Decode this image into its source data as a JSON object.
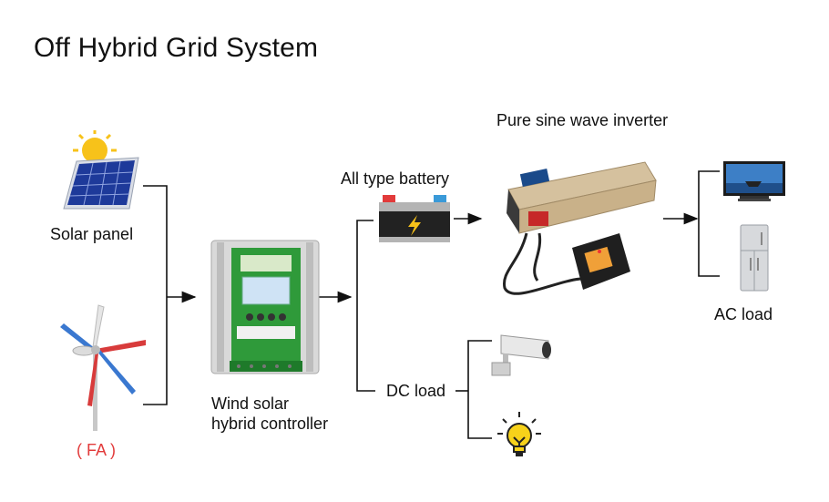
{
  "title": "Off Hybrid Grid System",
  "labels": {
    "solar_panel": "Solar panel",
    "wind_turbine_note": "( FA )",
    "controller_line1": "Wind solar",
    "controller_line2": "hybrid controller",
    "battery": "All type battery",
    "inverter": "Pure sine wave inverter",
    "dc_load": "DC load",
    "ac_load": "AC load"
  },
  "colors": {
    "line": "#111111",
    "controller_green": "#2f9a3a",
    "inverter_gold": "#c9b189",
    "fa_red": "#e23b3b"
  },
  "icons": [
    "solar-panel-icon",
    "wind-turbine-icon",
    "controller-icon",
    "battery-icon",
    "inverter-icon",
    "tv-icon",
    "fridge-icon",
    "camera-icon",
    "bulb-icon"
  ]
}
